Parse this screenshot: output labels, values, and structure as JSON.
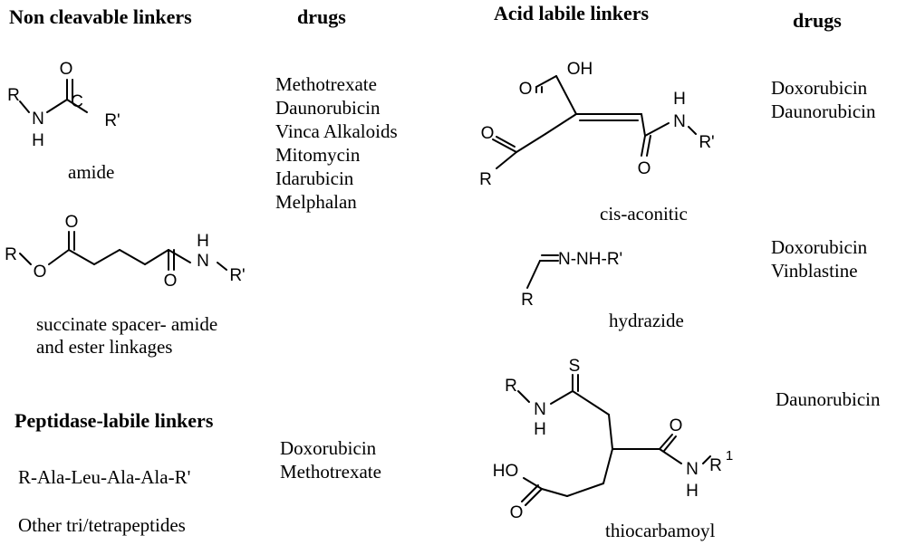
{
  "headers": {
    "non_cleavable": "Non cleavable linkers",
    "drugs_left": "drugs",
    "acid_labile": "Acid labile linkers",
    "drugs_right": "drugs",
    "peptidase": "Peptidase-labile linkers"
  },
  "structures": {
    "amide": {
      "name": "amide",
      "atoms": {
        "O": "O",
        "R": "R",
        "N": "N",
        "H": "H",
        "C": "C",
        "Rp": "R'"
      }
    },
    "succinate": {
      "name_line1": "succinate spacer-  amide",
      "name_line2": "and ester linkages",
      "atoms": {
        "R": "R",
        "O1": "O",
        "O2": "O",
        "O3": "O",
        "H": "H",
        "N": "N",
        "Rp": "R'"
      }
    },
    "cis_aconitic": {
      "name": "cis-aconitic",
      "atoms": {
        "OH": "OH",
        "O1": "O",
        "O2": "O",
        "O3": "O",
        "R": "R",
        "H": "H",
        "N": "N",
        "Rp": "R'"
      }
    },
    "hydrazide": {
      "name": "hydrazide",
      "atoms": {
        "chain": "N-NH-R'",
        "R": "R"
      }
    },
    "thiocarbamoyl": {
      "name": "thiocarbamoyl",
      "atoms": {
        "S": "S",
        "R": "R",
        "N1": "N",
        "H1": "H",
        "HO": "HO",
        "O1": "O",
        "O2": "O",
        "N2": "N",
        "R1": "R",
        "sup1": "1",
        "H2": "H"
      }
    }
  },
  "drug_lists": {
    "non_cleavable": [
      "Methotrexate",
      "Daunorubicin",
      "Vinca Alkaloids",
      "Mitomycin",
      "Idarubicin",
      "Melphalan"
    ],
    "cis_aconitic": [
      "Doxorubicin",
      "Daunorubicin"
    ],
    "hydrazide": [
      "Doxorubicin",
      "Vinblastine"
    ],
    "thiocarbamoyl": [
      "Daunorubicin"
    ],
    "peptidase": [
      "Doxorubicin",
      "Methotrexate"
    ]
  },
  "peptidase_linkers": {
    "example": "R-Ala-Leu-Ala-Ala-R'",
    "other": "Other tri/tetrapeptides"
  }
}
